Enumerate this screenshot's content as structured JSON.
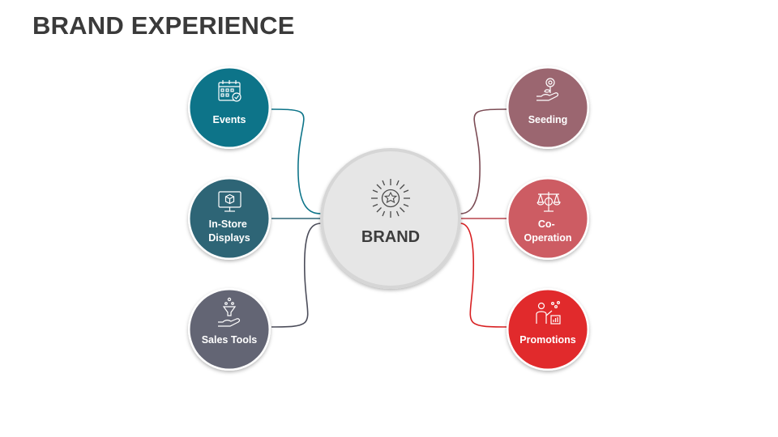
{
  "title": "BRAND EXPERIENCE",
  "center": {
    "label": "BRAND",
    "icon": "star-badge-icon"
  },
  "nodes": [
    {
      "id": "events",
      "lines": [
        "Events"
      ],
      "color": "#0d7489",
      "connector": "#0d7489",
      "icon": "calendar-icon"
    },
    {
      "id": "in-store-displays",
      "lines": [
        "In-Store",
        "Displays"
      ],
      "color": "#2e6576",
      "connector": "#2e6576",
      "icon": "monitor-cube-icon"
    },
    {
      "id": "sales-tools",
      "lines": [
        "Sales Tools"
      ],
      "color": "#636574",
      "connector": "#4c4d5a",
      "icon": "funnel-hand-icon"
    },
    {
      "id": "seeding",
      "lines": [
        "Seeding"
      ],
      "color": "#9b6670",
      "connector": "#7c4c55",
      "icon": "seed-hand-icon"
    },
    {
      "id": "co-operation",
      "lines": [
        "Co-",
        "Operation"
      ],
      "color": "#cd5c63",
      "connector": "#b8444c",
      "icon": "scale-icon"
    },
    {
      "id": "promotions",
      "lines": [
        "Promotions"
      ],
      "color": "#e12a2c",
      "connector": "#d82022",
      "icon": "presenter-chart-icon"
    }
  ]
}
